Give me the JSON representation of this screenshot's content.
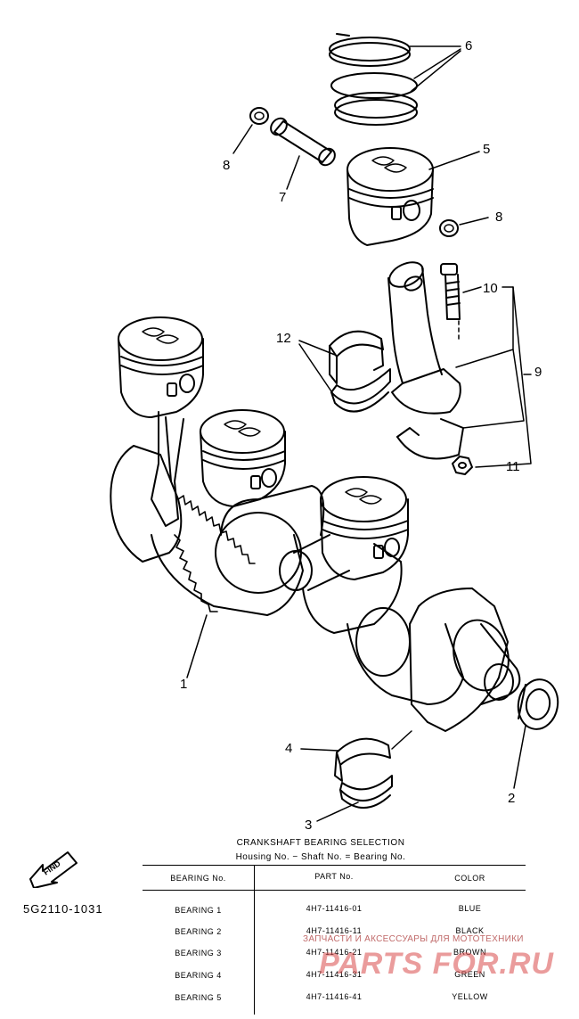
{
  "diagram": {
    "callouts": {
      "c1": "1",
      "c2": "2",
      "c3": "3",
      "c4": "4",
      "c5": "5",
      "c6": "6",
      "c7": "7",
      "c8a": "8",
      "c8b": "8",
      "c9": "9",
      "c10": "10",
      "c11": "11",
      "c12": "12"
    },
    "find_icon_label": "FIND",
    "code": "5G2110-1031"
  },
  "table": {
    "title": "CRANKSHAFT BEARING SELECTION",
    "subtitle": "Housing No. − Shaft No. = Bearing No.",
    "headers": [
      "BEARING No.",
      "PART No.",
      "COLOR"
    ],
    "rows": [
      [
        "BEARING 1",
        "4H7-11416-01",
        "BLUE"
      ],
      [
        "BEARING 2",
        "4H7-11416-11",
        "BLACK"
      ],
      [
        "BEARING 3",
        "4H7-11416-21",
        "BROWN"
      ],
      [
        "BEARING 4",
        "4H7-11416-31",
        "GREEN"
      ],
      [
        "BEARING 5",
        "4H7-11416-41",
        "YELLOW"
      ]
    ]
  },
  "watermark": {
    "tagline": "ЗАПЧАСТИ И АКСЕССУАРЫ ДЛЯ МОТОТЕХНИКИ",
    "logo": "PARTS FOR.RU",
    "color": "#d94a4a"
  }
}
